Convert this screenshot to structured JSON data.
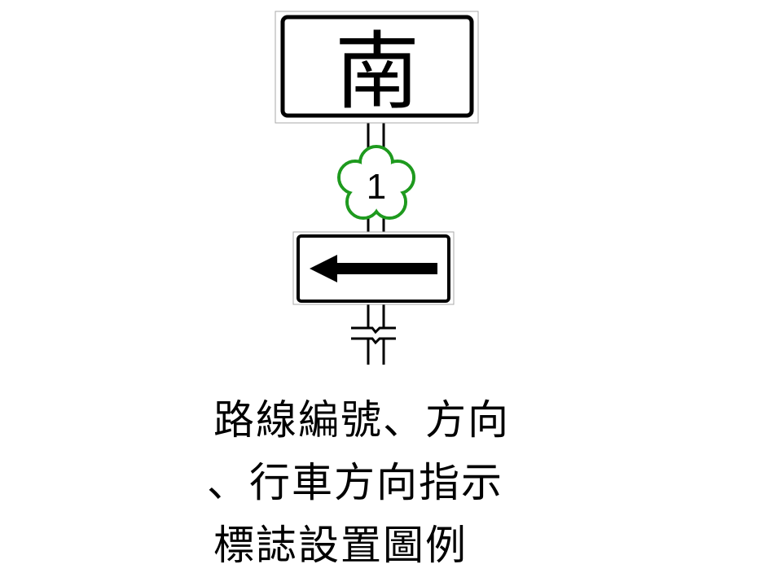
{
  "sign": {
    "direction_text": "南",
    "route_number": "1",
    "arrow": "left-arrow-icon"
  },
  "caption": {
    "lines": [
      "路線編號、方向",
      "、行車方向指示",
      "標誌設置圖例"
    ]
  },
  "colors": {
    "route_shield": "#1e9a1e",
    "sign_border": "#000000",
    "background": "#ffffff"
  }
}
